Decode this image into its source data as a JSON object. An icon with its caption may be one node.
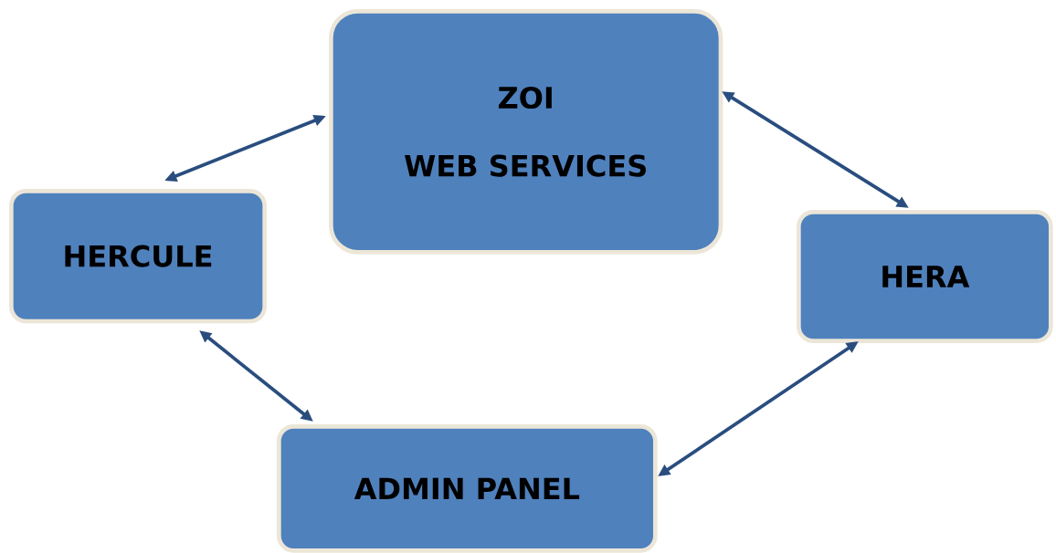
{
  "diagram": {
    "nodes": [
      {
        "text": [
          "ZOI",
          "WEB SERVICES"
        ]
      },
      {
        "text": [
          "HERCULE"
        ]
      },
      {
        "text": [
          "HERA"
        ]
      },
      {
        "text": [
          "ADMIN PANEL"
        ]
      }
    ],
    "edges": [
      {
        "from": 1,
        "to": 0,
        "arrow": "both"
      },
      {
        "from": 0,
        "to": 2,
        "arrow": "both"
      },
      {
        "from": 1,
        "to": 3,
        "arrow": "both"
      },
      {
        "from": 3,
        "to": 2,
        "arrow": "both"
      }
    ]
  }
}
